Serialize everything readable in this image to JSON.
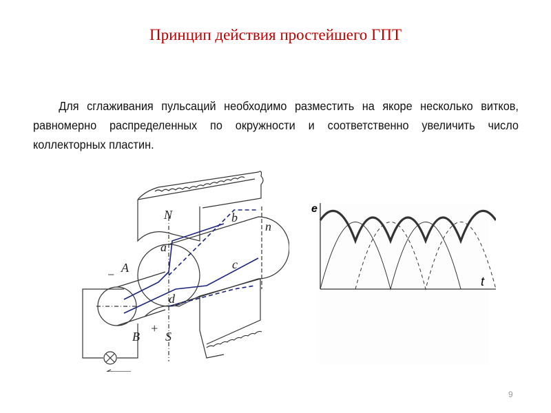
{
  "slide": {
    "title": "Принцип действия простейшего ГПТ",
    "paragraph": "Для сглаживания пульсаций необходимо разместить на якоре несколько витков, равномерно распределенных по окружности и соответственно увеличить число коллекторных пластин.",
    "page_number": "9",
    "title_color": "#c00000"
  },
  "machine_figure": {
    "labels": {
      "north": "N",
      "south": "S",
      "a": "a",
      "b": "b",
      "c": "c",
      "d": "d",
      "brush_a": "A",
      "brush_b": "B",
      "minus": "−",
      "plus": "+",
      "rotation": "n"
    },
    "wire_color": "#1a237e",
    "icons": [
      "lamp-icon",
      "current-arrow-icon"
    ]
  },
  "chart_data": {
    "type": "line",
    "title": "",
    "xlabel": "t",
    "ylabel": "e",
    "grid": false,
    "series": [
      {
        "name": "coil 1 EMF (rectified half-sine)",
        "style": "thin solid"
      },
      {
        "name": "coil 2 EMF (shifted 90°)",
        "style": "thin dashed/solid"
      },
      {
        "name": "resulting EMF (envelope)",
        "style": "thick solid"
      }
    ],
    "x_ticks_count": 12,
    "notes": "Two half-wave sine EMFs shifted by quarter period; resulting envelope ripples between ~0.71 and 1.0 of peak"
  }
}
